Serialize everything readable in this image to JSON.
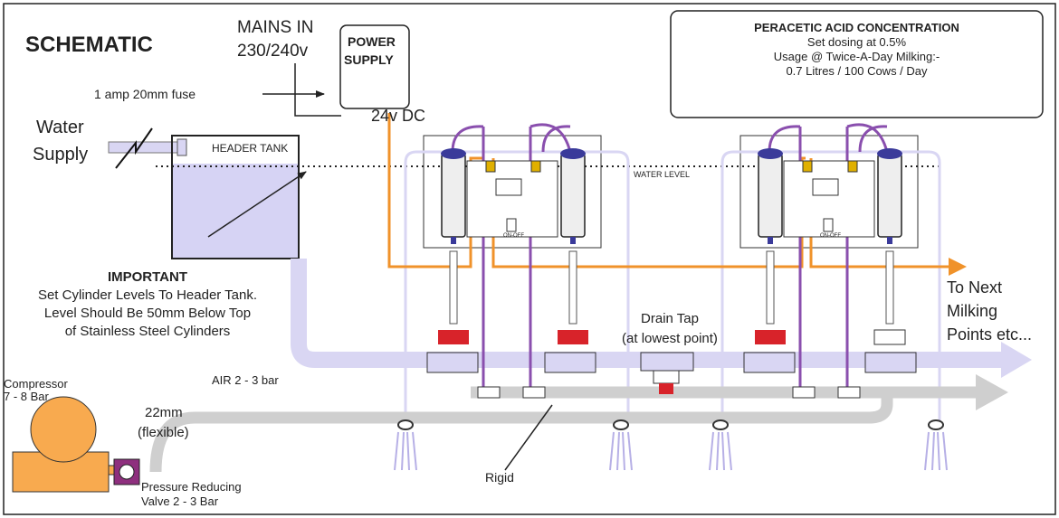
{
  "title": "SCHEMATIC",
  "mains": {
    "line1": "MAINS IN",
    "line2": "230/240v"
  },
  "power_supply": {
    "line1": "POWER",
    "line2": "SUPPLY"
  },
  "fuse_label": "1 amp 20mm fuse",
  "dc_label": "24v DC",
  "water_supply": {
    "line1": "Water",
    "line2": "Supply"
  },
  "header_tank_label": "HEADER TANK",
  "water_level_label": "WATER LEVEL",
  "important": {
    "heading": "IMPORTANT",
    "line1": "Set Cylinder Levels To Header Tank.",
    "line2": "Level Should Be 50mm Below Top",
    "line3": "of Stainless Steel  Cylinders"
  },
  "info_box": {
    "title": "PERACETIC ACID  CONCENTRATION",
    "line1": "Set dosing at 0.5%",
    "line2": "Usage @ Twice-A-Day Milking:-",
    "line3": "0.7 Litres / 100 Cows / Day"
  },
  "next_points": {
    "line1": "To Next",
    "line2": "Milking",
    "line3": "Points etc..."
  },
  "drain_tap": {
    "line1": "Drain Tap",
    "line2": "(at lowest point)"
  },
  "air_label": "AIR 2 - 3 bar",
  "compressor": {
    "line1": "Compressor",
    "line2": "7 - 8 Bar"
  },
  "pipe_label": {
    "line1": "22mm",
    "line2": "(flexible)"
  },
  "valve_label": {
    "line1": "Pressure Reducing",
    "line2": "Valve 2 - 3 Bar"
  },
  "rigid_label": "Rigid",
  "on_off_label": "ON-OFF",
  "colors": {
    "dc_cable": "#f0922a",
    "water": "#d6d3f4",
    "water_pipe": "#d9d6f3",
    "air_pipe": "#cfcfcf",
    "chemical_line": "#8a4fae",
    "valve": "#d8232a",
    "compressor": "#f8aa4f",
    "reducing_valve": "#8e2f7e"
  }
}
